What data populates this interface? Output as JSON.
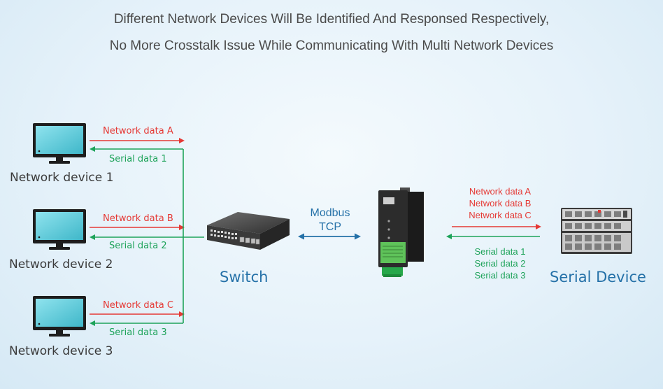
{
  "headline": {
    "line1": "Different Network Devices Will Be Identified And Responsed Respectively,",
    "line2": "No More Crosstalk Issue While Communicating With Multi Network Devices"
  },
  "network_devices": [
    {
      "label": "Network device 1",
      "tx": "Network data A",
      "rx": "Serial data 1"
    },
    {
      "label": "Network device 2",
      "tx": "Network data B",
      "rx": "Serial data 2"
    },
    {
      "label": "Network device 3",
      "tx": "Network data C",
      "rx": "Serial data 3"
    }
  ],
  "switch": {
    "label": "Switch"
  },
  "link": {
    "line1": "Modbus",
    "line2": "TCP"
  },
  "serial_device": {
    "label": "Serial Device"
  },
  "serial_side": {
    "tx": [
      "Network data A",
      "Network data B",
      "Network data C"
    ],
    "rx": [
      "Serial data 1",
      "Serial data 2",
      "Serial data 3"
    ]
  },
  "colors": {
    "network_data": "#e53935",
    "serial_data": "#1ea35a",
    "accent": "#2571a8"
  }
}
